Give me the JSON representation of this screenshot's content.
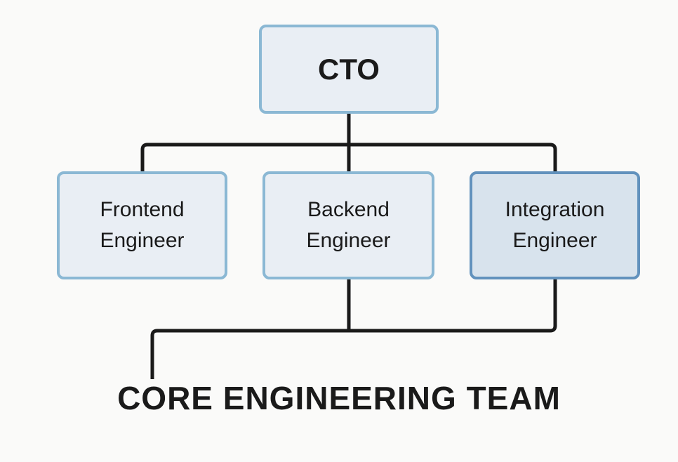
{
  "diagram": {
    "root": {
      "label": "CTO"
    },
    "reports": [
      {
        "line1": "Frontend",
        "line2": "Engineer"
      },
      {
        "line1": "Backend",
        "line2": "Engineer"
      },
      {
        "line1": "Integration",
        "line2": "Engineer"
      }
    ],
    "team_label": "CORE ENGINEERING TEAM",
    "colors": {
      "box_border": "#8bb8d4",
      "box_fill": "#e9eef4",
      "highlight_border": "#6292bd",
      "highlight_fill": "#d8e3ed",
      "connector": "#1a1a1a"
    }
  }
}
